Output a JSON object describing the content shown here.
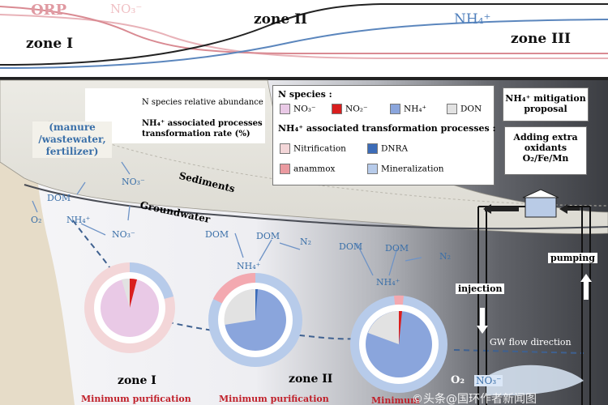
{
  "top_panel": {
    "orp_label": "ORP",
    "no3_label": "NO₃⁻",
    "nh4_label": "NH₄⁺",
    "zone1": "zone I",
    "zone2": "zone II",
    "zone3": "zone III"
  },
  "legend_circle": {
    "line1": "N species relative abundance",
    "line2": "NH₄⁺ associated processes",
    "line3": "transformation rate (%)"
  },
  "legend_species": {
    "title": "N species :",
    "items": [
      {
        "label": "NO₃⁻",
        "color": "#e9c9e6"
      },
      {
        "label": "NO₂⁻",
        "color": "#d91e1e"
      },
      {
        "label": "NH₄⁺",
        "color": "#8aa5dc"
      },
      {
        "label": "DON",
        "color": "#e2e2e2"
      }
    ]
  },
  "legend_processes": {
    "title": "NH₄⁺ associated transformation processes :",
    "items": [
      {
        "label": "Nitrification",
        "color": "#f3d6d8"
      },
      {
        "label": "DNRA",
        "color": "#3c6cb8"
      },
      {
        "label": "anammox",
        "color": "#ea9aa0"
      },
      {
        "label": "Mineralization",
        "color": "#b7cbea"
      }
    ]
  },
  "mitigation": {
    "title_line1": "NH₄⁺ mitigation",
    "title_line2": "proposal",
    "box_line1": "Adding extra",
    "box_line2": "oxidants",
    "box_line3": "O₂/Fe/Mn"
  },
  "labels": {
    "manure": "(manure /wastewater, fertilizer)",
    "sediments": "Sediments",
    "groundwater": "Groundwater",
    "pumping": "pumping",
    "injection": "injection",
    "gw_flow": "GW flow direction",
    "dom": "DOM",
    "no3": "NO₃⁻",
    "nh4": "NH₄⁺",
    "o2": "O₂",
    "n2": "N₂"
  },
  "zones_bottom": [
    "zone I",
    "zone II"
  ],
  "purification": [
    "Minimum purification",
    "Minimum purification",
    "Minimum"
  ],
  "watermark": "©头条@国环作者新闻图"
}
